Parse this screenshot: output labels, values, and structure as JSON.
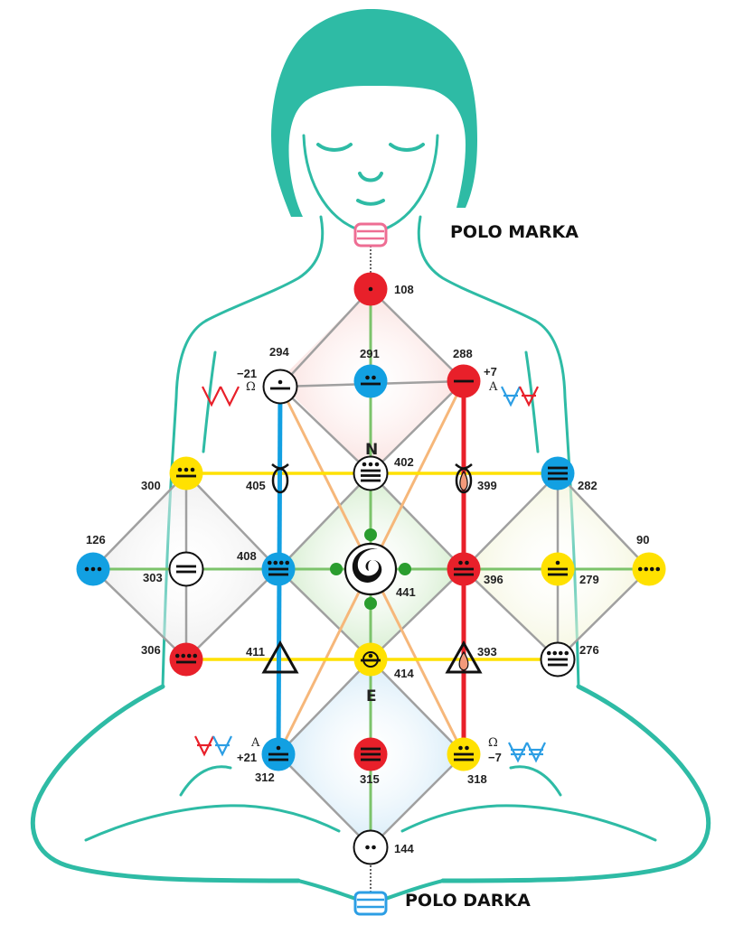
{
  "poles": {
    "top_label": "POLO MARKA",
    "bottom_label": "POLO DARKA"
  },
  "letters": {
    "north": "N",
    "east": "E"
  },
  "colors": {
    "red": "#e8202a",
    "blue": "#12a0e2",
    "yellow": "#ffe100",
    "white": "#ffffff",
    "green": "#2a9d2e",
    "figure": "#2ebba5",
    "line_green": "#7cc36b",
    "line_gray": "#a0a0a0",
    "line_yellow": "#ffe100",
    "line_orange": "#f6b77a",
    "line_red": "#e8202a",
    "line_blue": "#12a0e2",
    "pink": "#ee6d93",
    "sky": "#2c9ee4"
  },
  "nodes": [
    {
      "id": "n108",
      "label": "108",
      "color": "red",
      "glyph": "dot-1"
    },
    {
      "id": "n291",
      "label": "291",
      "color": "blue",
      "glyph": "dots-2-bar"
    },
    {
      "id": "n294",
      "label": "294",
      "color": "white",
      "glyph": "dot-bar"
    },
    {
      "id": "n288",
      "label": "288",
      "color": "red",
      "glyph": "bar"
    },
    {
      "id": "n300",
      "label": "300",
      "color": "yellow",
      "glyph": "dots-3-bar"
    },
    {
      "id": "n402",
      "label": "402",
      "color": "white",
      "glyph": "dots-3-bars-3"
    },
    {
      "id": "n282",
      "label": "282",
      "color": "blue",
      "glyph": "bars-3"
    },
    {
      "id": "n126",
      "label": "126",
      "color": "blue",
      "glyph": "dots-3"
    },
    {
      "id": "n303",
      "label": "303",
      "color": "white",
      "glyph": "bars-2"
    },
    {
      "id": "n408",
      "label": "408",
      "color": "blue",
      "glyph": "dots-4-bars-2"
    },
    {
      "id": "n441",
      "label": "441",
      "color": "white",
      "glyph": "spiral"
    },
    {
      "id": "n396",
      "label": "396",
      "color": "red",
      "glyph": "dots-2-bars-2"
    },
    {
      "id": "n279",
      "label": "279",
      "color": "yellow",
      "glyph": "dot-bars-2"
    },
    {
      "id": "n90",
      "label": "90",
      "color": "yellow",
      "glyph": "dots-4"
    },
    {
      "id": "n306",
      "label": "306",
      "color": "red",
      "glyph": "dots-4-bar"
    },
    {
      "id": "n414",
      "label": "414",
      "color": "yellow",
      "glyph": "dot-bar-circle"
    },
    {
      "id": "n276",
      "label": "276",
      "color": "white",
      "glyph": "dots-4-bars-2"
    },
    {
      "id": "n312",
      "label": "312",
      "color": "blue",
      "glyph": "dot-bars-2"
    },
    {
      "id": "n315",
      "label": "315",
      "color": "red",
      "glyph": "bars-3"
    },
    {
      "id": "n318",
      "label": "318",
      "color": "yellow",
      "glyph": "dots-2-bars-2"
    },
    {
      "id": "n144",
      "label": "144",
      "color": "white",
      "glyph": "dots-2"
    }
  ],
  "outline_markers": [
    {
      "id": "m405",
      "label": "405",
      "glyph": "loop-icon"
    },
    {
      "id": "m399",
      "label": "399",
      "glyph": "loop-flame-icon"
    },
    {
      "id": "m411",
      "label": "411",
      "glyph": "triangle-icon"
    },
    {
      "id": "m393",
      "label": "393",
      "glyph": "triangle-flame-icon"
    }
  ],
  "side_labels": {
    "left_upper": [
      "−21",
      "Ω"
    ],
    "right_upper": [
      "+7",
      "A"
    ],
    "left_lower": [
      "A",
      "+21"
    ],
    "right_lower": [
      "Ω",
      "−7"
    ]
  }
}
